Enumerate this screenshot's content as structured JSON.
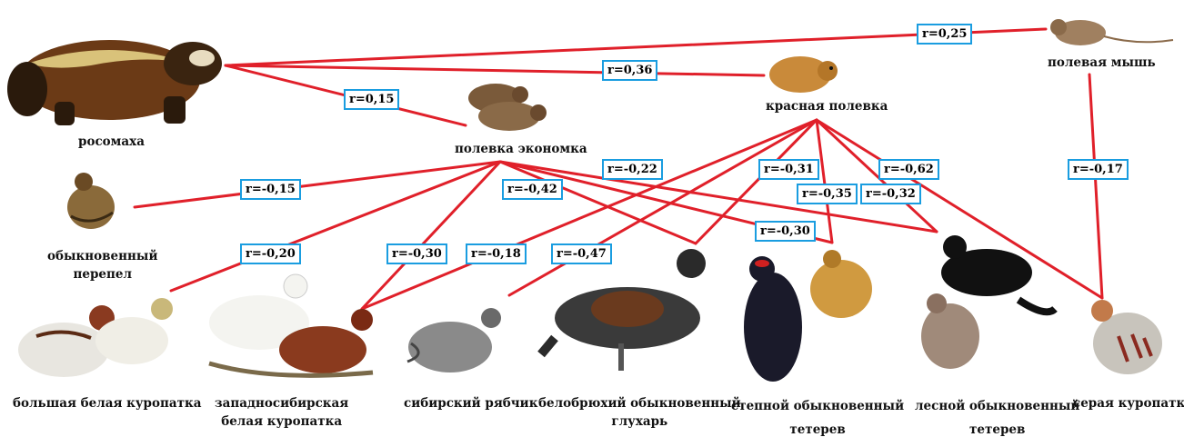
{
  "animals": {
    "wolverine": "росомаха",
    "vole_economist": "полевка экономка",
    "red_vole": "красная полевка",
    "field_mouse": "полевая мышь",
    "quail_line1": "обыкновенный",
    "quail_line2": "перепел",
    "willow_ptarmigan": "большая белая куропатка",
    "wsib_line1": "западносибирская",
    "wsib_line2": "белая куропатка",
    "hazel_grouse": "сибирский рябчик",
    "capercaillie_line1": "белобрюхий обыкновенный",
    "capercaillie_line2": "глухарь",
    "steppe_line1": "степной обыкновенный",
    "steppe_line2": "тетерев",
    "forest_line1": "лесной обыкновенный",
    "forest_line2": "тетерев",
    "grey_partridge": "серая куропатка"
  },
  "correlations": {
    "wolverine_field_mouse": "r=0,25",
    "wolverine_red_vole": "r=0,36",
    "wolverine_vole_economist": "r=0,15",
    "economist_quail": "r=-0,15",
    "economist_willow": "r=-0,20",
    "economist_wsib": "r=-0,30",
    "economist_capercaillie": "r=-0,42",
    "economist_forest": "r=-0,22",
    "red_vole_wsib": "r=-0,18",
    "red_vole_hazel": "r=-0,47",
    "red_vole_capercaillie": "r=-0,31",
    "red_vole_steppe": "r=-0,35",
    "red_vole_forest": "r=-0,32",
    "red_vole_grey": "r=-0,62",
    "steppe_economist": "r=-0,30",
    "field_mouse_grey": "r=-0,17"
  },
  "colors": {
    "line": "#e0202a",
    "box_border": "#1a9de0"
  }
}
